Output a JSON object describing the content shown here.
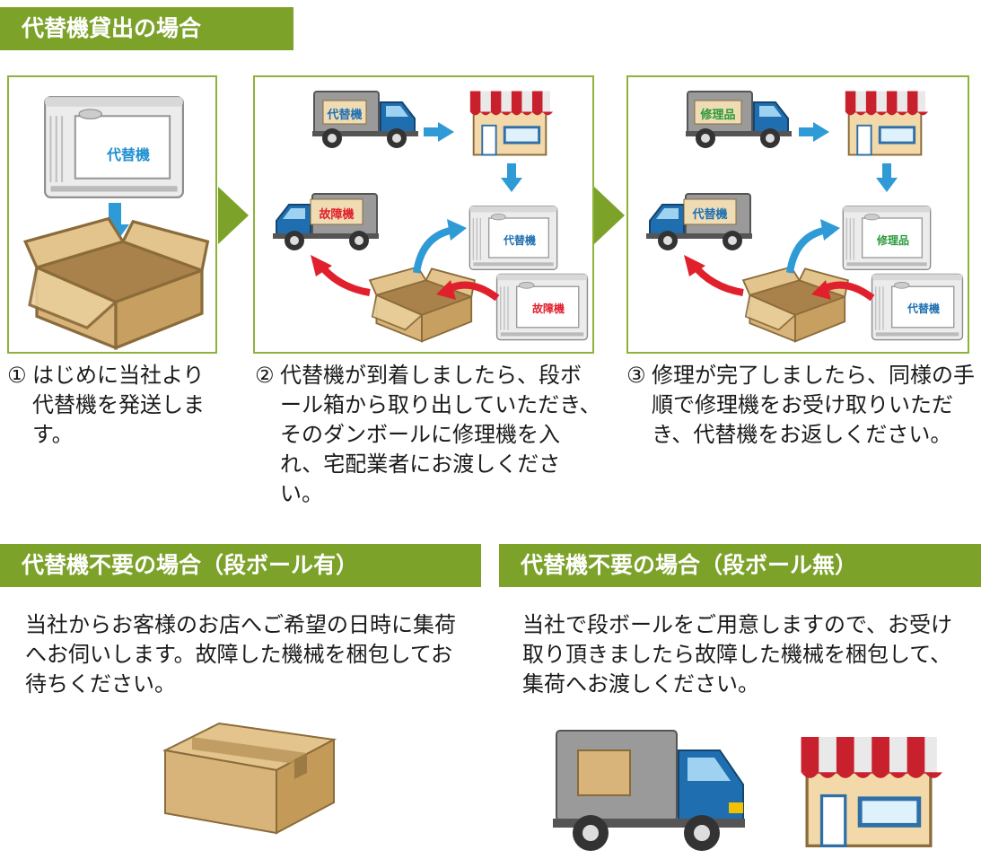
{
  "colors": {
    "banner": "#7ca22a",
    "panel_border": "#8db33a",
    "arrow_blue": "#2e9bd6",
    "arrow_red": "#e0202c",
    "truck_blue": "#1f6fb0",
    "cardboard": "#d8b47a",
    "awning_red": "#c8202c"
  },
  "section1": {
    "title": "代替機貸出の場合",
    "steps": [
      {
        "num": "①",
        "text": "はじめに当社より代替機を発送します。",
        "labels": {
          "machine": "代替機"
        }
      },
      {
        "num": "②",
        "text": "代替機が到着しましたら、段ボール箱から取り出していただき、そのダンボールに修理機を入れ、宅配業者にお渡しください。",
        "labels": {
          "truck_top": "代替機",
          "truck_bottom": "故障機",
          "machine_top": "代替機",
          "machine_bottom": "故障機"
        }
      },
      {
        "num": "③",
        "text": "修理が完了しましたら、同様の手順で修理機をお受け取りいただき、代替機をお返しください。",
        "labels": {
          "truck_top": "修理品",
          "truck_bottom": "代替機",
          "machine_top": "修理品",
          "machine_bottom": "代替機"
        }
      }
    ]
  },
  "section2": {
    "title": "代替機不要の場合（段ボール有）",
    "text": "当社からお客様のお店へご希望の日時に集荷へお伺いします。故障した機械を梱包してお待ちください。"
  },
  "section3": {
    "title": "代替機不要の場合（段ボール無）",
    "text": "当社で段ボールをご用意しますので、お受け取り頂きましたら故障した機械を梱包して、集荷へお渡しください。"
  }
}
